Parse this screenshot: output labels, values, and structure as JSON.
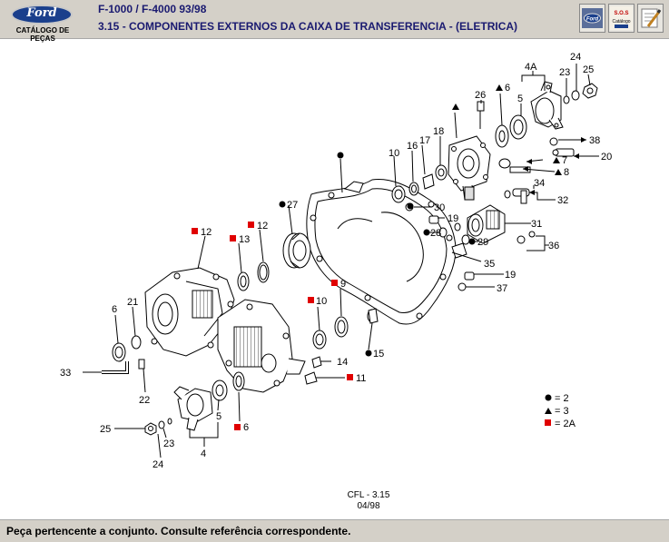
{
  "header": {
    "logo_text": "Ford",
    "logo_sub": "CATÁLOGO DE PEÇAS",
    "title": "F-1000 / F-4000 93/98",
    "subtitle": "3.15 - COMPONENTES EXTERNOS DA CAIXA DE TRANSFERENCIA - (ELETRICA)",
    "icons": [
      "ford-home-icon",
      "sos-catalogo-icon",
      "edit-notes-icon"
    ],
    "sos_label": "S.O.S",
    "sos_sub": "Catálogo"
  },
  "diagram": {
    "labels": {
      "l4A": "4A",
      "l24a": "24",
      "l25a": "25",
      "l23a": "23",
      "l5a": "5",
      "l26": "26",
      "l6a": "6",
      "l38": "38",
      "l20": "20",
      "l7": "7",
      "l8": "8",
      "l34": "34",
      "l32": "32",
      "l10a": "10",
      "l16": "16",
      "l17": "17",
      "l18": "18",
      "l27": "27",
      "l30": "30",
      "l19a": "19",
      "l28": "28",
      "l29": "29",
      "l31": "31",
      "l36": "36",
      "l35": "35",
      "l19b": "19",
      "l37": "37",
      "l12a": "12",
      "l13": "13",
      "l12b": "12",
      "l9": "9",
      "l10b": "10",
      "l6b": "6",
      "l21": "21",
      "l33": "33",
      "l22": "22",
      "l15": "15",
      "l14": "14",
      "l11": "11",
      "l5b": "5",
      "l25b": "25",
      "l23b": "23",
      "l6c": "6",
      "l4": "4",
      "l24b": "24"
    },
    "legend": {
      "dot": "= 2",
      "triangle": "= 3",
      "square": "= 2A"
    },
    "marker_color": "#e00000"
  },
  "cfl": {
    "line1": "CFL - 3.15",
    "line2": "04/98"
  },
  "footer": {
    "text": "Peça pertencente a conjunto. Consulte referência correspondente."
  }
}
